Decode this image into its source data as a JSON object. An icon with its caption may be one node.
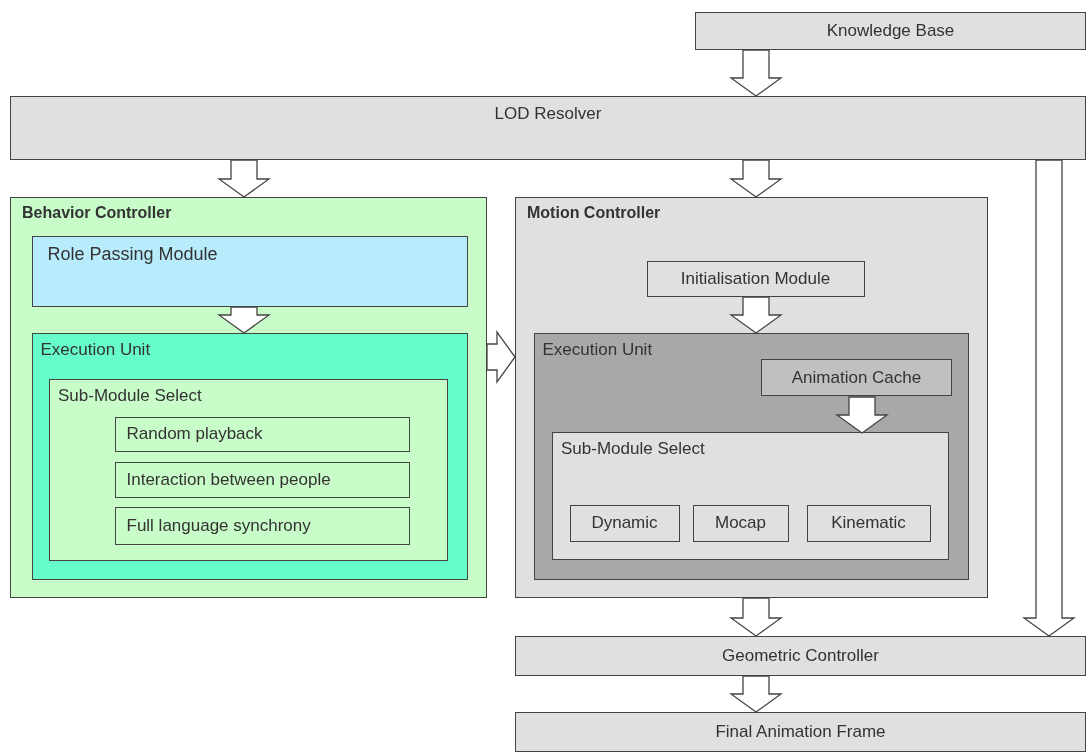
{
  "diagram": {
    "nodes": [
      {
        "text": [
          "Knowledge Base"
        ]
      },
      {
        "text": [
          "LOD Resolver"
        ]
      },
      {
        "text": [
          "Behavior Controller"
        ]
      },
      {
        "text": [
          "Role Passing Module"
        ],
        "in": 2
      },
      {
        "text": [
          "Execution Unit"
        ],
        "in": 2
      },
      {
        "text": [
          "Sub-Module Select"
        ],
        "in": 4
      },
      {
        "text": [
          "Random playback"
        ],
        "in": 5
      },
      {
        "text": [
          "Interaction between people"
        ],
        "in": 5
      },
      {
        "text": [
          "Full language synchrony"
        ],
        "in": 5
      },
      {
        "text": [
          "Motion Controller"
        ]
      },
      {
        "text": [
          "Initialisation Module"
        ],
        "in": 9
      },
      {
        "text": [
          "Execution Unit"
        ],
        "in": 9
      },
      {
        "text": [
          "Animation Cache"
        ],
        "in": 11
      },
      {
        "text": [
          "Sub-Module Select"
        ],
        "in": 11
      },
      {
        "text": [
          "Dynamic"
        ],
        "in": 13
      },
      {
        "text": [
          "Mocap"
        ],
        "in": 13
      },
      {
        "text": [
          "Kinematic"
        ],
        "in": 13
      },
      {
        "text": [
          "Geometric Controller"
        ]
      },
      {
        "text": [
          "Final Animation Frame"
        ]
      }
    ],
    "edges": [
      {
        "from": 0,
        "to": 1,
        "arrow": "to"
      },
      {
        "from": 1,
        "to": 2,
        "arrow": "to"
      },
      {
        "from": 1,
        "to": 9,
        "arrow": "to"
      },
      {
        "from": 1,
        "to": 17,
        "arrow": "to"
      },
      {
        "from": 3,
        "to": 4,
        "arrow": "to"
      },
      {
        "from": 2,
        "to": 9,
        "arrow": "to"
      },
      {
        "from": 10,
        "to": 11,
        "arrow": "to"
      },
      {
        "from": 12,
        "to": 13,
        "arrow": "to"
      },
      {
        "from": 9,
        "to": 17,
        "arrow": "to"
      },
      {
        "from": 17,
        "to": 18,
        "arrow": "to"
      }
    ]
  }
}
